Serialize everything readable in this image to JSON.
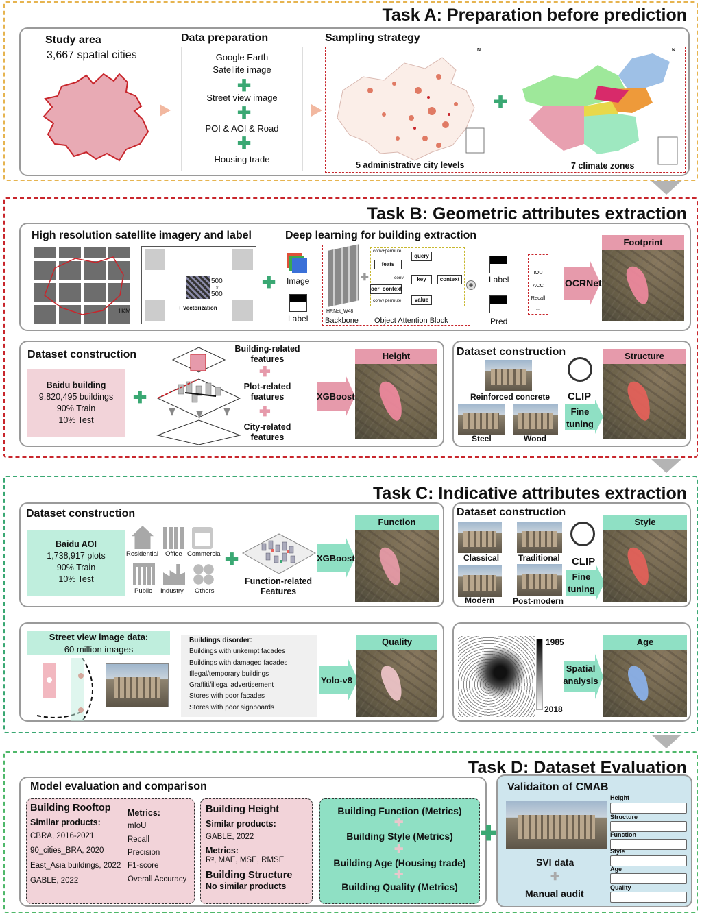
{
  "taskA": {
    "title": "Task A: Preparation before prediction",
    "study_area": {
      "title": "Study area",
      "subtitle": "3,667 spatial cities"
    },
    "data_prep": {
      "title": "Data preparation",
      "items": [
        "Google Earth",
        "Satellite image",
        "Street view image",
        "POI & AOI & Road",
        "Housing trade"
      ]
    },
    "sampling": {
      "title": "Sampling strategy",
      "left_caption": "5 administrative city levels",
      "right_caption": "7 climate zones",
      "north": "N"
    }
  },
  "taskB": {
    "title": "Task B: Geometric attributes extraction",
    "sat_panel": {
      "title": "High resolution satellite imagery and label",
      "scale": "1KM",
      "tile_a": "500",
      "tile_b": "500",
      "times": "*",
      "vector": "+ Vectorization"
    },
    "dl": {
      "title": "Deep learning for building extraction",
      "image": "Image",
      "label": "Label",
      "backbone_small": "HRNet_W48",
      "backbone": "Backbone",
      "oab": "Object Attention Block",
      "conv_permute_1": "conv+permute",
      "feats": "feats",
      "conv": "conv",
      "ocr_context": "ocr_context",
      "conv_permute_2": "conv+permute",
      "query": "query",
      "key": "key",
      "value": "value",
      "context": "context",
      "label2": "Label",
      "pred": "Pred",
      "metrics": [
        "IOU",
        "ACC",
        "Recall",
        "..."
      ],
      "model": "OCRNet",
      "output": "Footprint"
    },
    "height": {
      "title": "Dataset construction",
      "dataset": [
        "Baidu building",
        "9,820,495 buildings",
        "90% Train",
        "10% Test"
      ],
      "features": [
        "Building-related",
        "features",
        "Plot-related",
        "features",
        "City-related",
        "features"
      ],
      "model": "XGBoost",
      "output": "Height"
    },
    "structure": {
      "title": "Dataset construction",
      "classes": [
        "Reinforced concrete",
        "Steel",
        "Wood"
      ],
      "model": "CLIP",
      "tuning": [
        "Fine",
        "tuning"
      ],
      "output": "Structure"
    }
  },
  "taskC": {
    "title": "Task C: Indicative attributes extraction",
    "function": {
      "title": "Dataset construction",
      "dataset": [
        "Baidu AOI",
        "1,738,917 plots",
        "90% Train",
        "10% Test"
      ],
      "categories": [
        "Residential",
        "Office",
        "Commercial",
        "Public",
        "Industry",
        "Others"
      ],
      "features": [
        "Function-related",
        "Features"
      ],
      "model": "XGBoost",
      "output": "Function"
    },
    "style": {
      "title": "Dataset construction",
      "classes": [
        "Classical",
        "Traditional",
        "Modern",
        "Post-modern"
      ],
      "model": "CLIP",
      "tuning": [
        "Fine",
        "tuning"
      ],
      "output": "Style"
    },
    "quality": {
      "title": "Street view image data:",
      "subtitle": "60 million images",
      "disorder_title": "Buildings disorder:",
      "disorders": [
        "Buildings with unkempt facades",
        "Buildings with damaged facades",
        "Illegal/temporary buildings",
        "Graffiti/illegal advertisement",
        "Stores with poor facades",
        "Stores with poor signboards"
      ],
      "model": "Yolo-v8",
      "output": "Quality"
    },
    "age": {
      "year_start": "1985",
      "year_end": "2018",
      "method": [
        "Spatial",
        "analysis"
      ],
      "output": "Age"
    }
  },
  "taskD": {
    "title": "Task D: Dataset Evaluation",
    "model_eval": {
      "title": "Model evaluation and comparison"
    },
    "rooftop": {
      "title": "Building Rooftop",
      "similar": "Similar products:",
      "products": [
        "CBRA, 2016-2021",
        "90_cities_BRA, 2020",
        "East_Asia buildings, 2022",
        "GABLE, 2022"
      ],
      "metrics_title": "Metrics:",
      "metrics": [
        "mIoU",
        "Recall",
        "Precision",
        "F1-score",
        "Overall Accuracy"
      ]
    },
    "height": {
      "title": "Building Height",
      "similar": "Similar products:",
      "product": "GABLE, 2022",
      "metrics_title": "Metrics:",
      "metrics": "R², MAE, MSE, RMSE",
      "structure_title": "Building Structure",
      "structure_note": "No similar products"
    },
    "others": [
      "Building Function (Metrics)",
      "Building Style (Metrics)",
      "Building Age (Housing trade)",
      "Building Quality (Metrics)"
    ],
    "validation": {
      "title": "Validaiton of CMAB",
      "svi": "SVI data",
      "audit": "Manual audit",
      "fields": [
        "Height",
        "Structure",
        "Function",
        "Style",
        "Age",
        "Quality"
      ]
    }
  },
  "colors": {
    "taskA": "#e6b450",
    "taskB": "#c8262c",
    "taskC": "#3aa873",
    "taskD": "#4fb86a",
    "pink": "#f2d3d9",
    "pinkbar": "#e69aab",
    "mint": "#bfeedd",
    "validation": "#cfe6ee"
  }
}
